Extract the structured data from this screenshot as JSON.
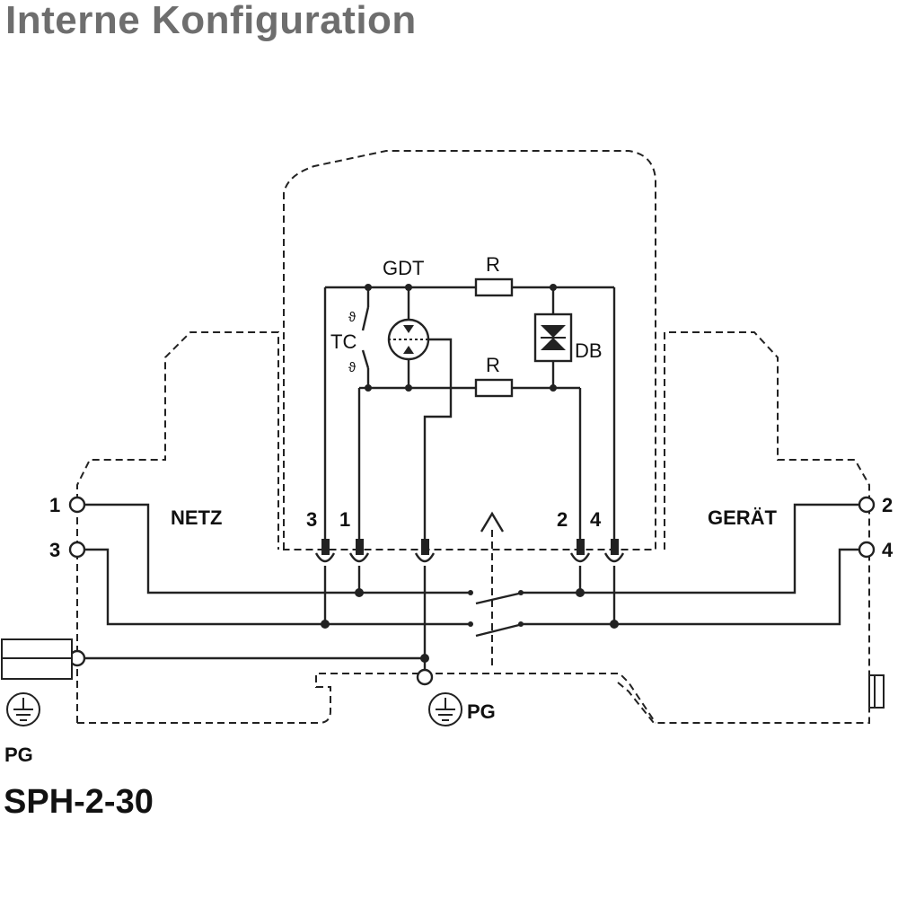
{
  "title": "Interne Konfiguration",
  "model": "SPH-2-30",
  "labels": {
    "gdt": "GDT",
    "r_top": "R",
    "r_bottom": "R",
    "tc": "TC",
    "theta_top": "ϑ",
    "theta_bottom": "ϑ",
    "db": "DB",
    "netz": "NETZ",
    "geraet": "GERÄT",
    "pg_left": "PG",
    "pg_center": "PG",
    "terminal_left_1": "1",
    "terminal_left_3": "3",
    "terminal_right_2": "2",
    "terminal_right_4": "4",
    "module_pin_3": "3",
    "module_pin_1": "1",
    "module_pin_2": "2",
    "module_pin_4": "4"
  },
  "icons": [
    "ground-icon",
    "arrow-up-icon",
    "gdt-symbol-icon",
    "diode-symbol-icon",
    "resistor-icon",
    "switch-contact-icon"
  ]
}
